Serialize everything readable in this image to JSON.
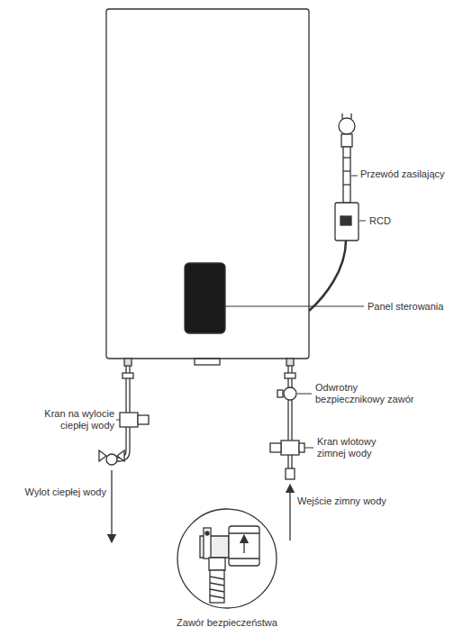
{
  "diagram": {
    "labels": [
      "Przewód zasilający",
      "RCD",
      "Panel sterowania",
      "Kran na wylocie ciepłej wody",
      "Odwrotny bezpiecznikowy zawór",
      "Kran wlotowy zimnej wody",
      "Wylot ciepłej wody",
      "Wejście zimny wody",
      "Zawór bezpieczeństwa"
    ]
  }
}
